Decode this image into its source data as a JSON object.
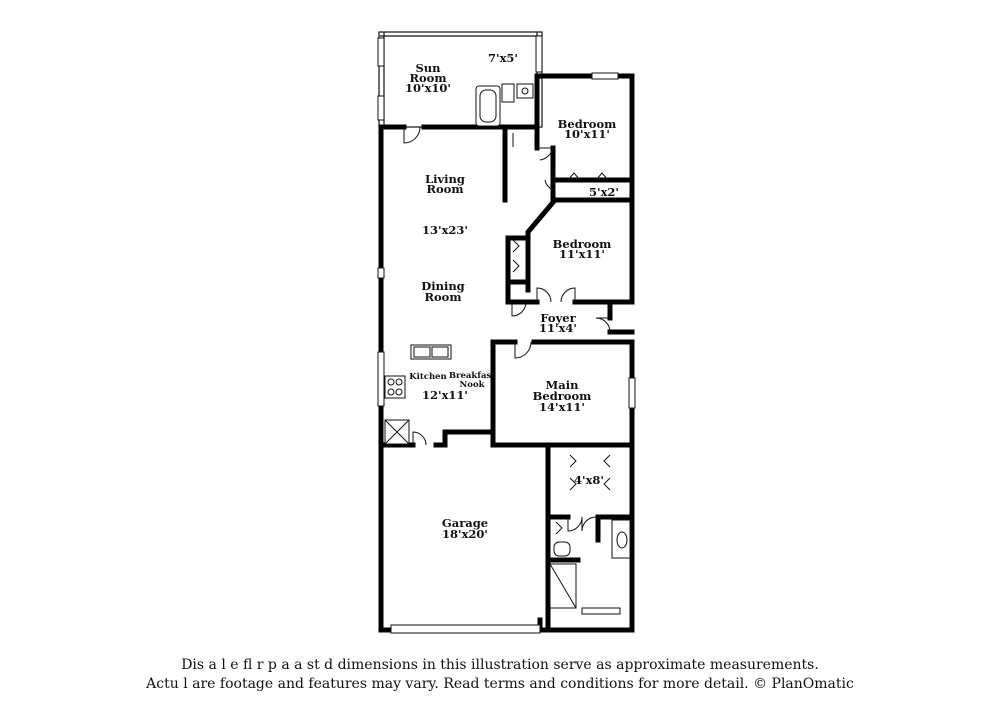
{
  "rooms": {
    "sun_room": {
      "name_line1": "Sun",
      "name_line2": "Room",
      "dims": "10'x10'"
    },
    "sun_room_extra": {
      "dims": "7'x5'"
    },
    "bedroom_top": {
      "name": "Bedroom",
      "dims": "10'x11'"
    },
    "closet_top": {
      "dims": "5'x2'"
    },
    "living_room": {
      "name_line1": "Living",
      "name_line2": "Room",
      "dims": "13'x23'"
    },
    "bedroom_mid": {
      "name": "Bedroom",
      "dims": "11'x11'"
    },
    "dining_room": {
      "name_line1": "Dining",
      "name_line2": "Room"
    },
    "foyer": {
      "name": "Foyer",
      "dims": "11'x4'"
    },
    "kitchen": {
      "name": "Kitchen",
      "dims": "12'x11'"
    },
    "breakfast_nook": {
      "name_line1": "Breakfast",
      "name_line2": "Nook"
    },
    "main_bedroom": {
      "name_line1": "Main",
      "name_line2": "Bedroom",
      "dims": "14'x11'"
    },
    "walk_in_closet": {
      "dims": "4'x8'"
    },
    "garage": {
      "name": "Garage",
      "dims": "18'x20'"
    }
  },
  "disclaimer": {
    "line1": "Dis  a     l  e fl  r p a  a  st  d dimensions in this illustration serve as approximate measurements.",
    "line2": "Actu  l   are footage and features may vary. Read terms and conditions for more detail. © PlanOmatic"
  }
}
